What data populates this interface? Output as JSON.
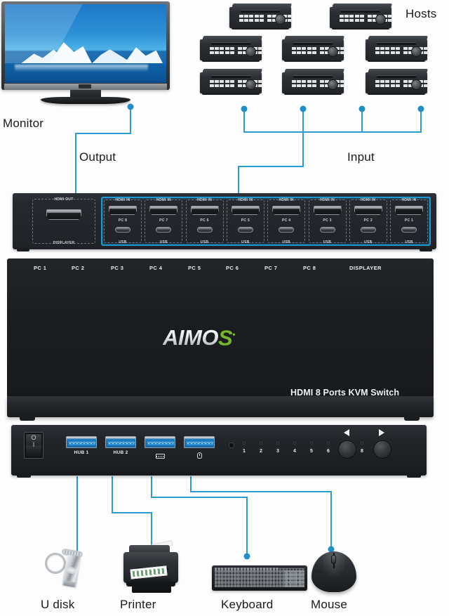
{
  "diagram": {
    "title": "HDMI 8 Ports KVM Switch connection diagram",
    "accent_color": "#1a9ad4",
    "brand_green": "#77b72b"
  },
  "labels": {
    "monitor": "Monitor",
    "output": "Output",
    "input": "Input",
    "hosts": "Hosts",
    "udisk": "U disk",
    "printer": "Printer",
    "keyboard": "Keyboard",
    "mouse": "Mouse"
  },
  "back_panel": {
    "output_port": {
      "top_label": "HDMI OUT",
      "bottom_label": "DISPLAYER"
    },
    "input_ports": [
      {
        "top_label": "HDMI IN",
        "pc_label": "PC 8",
        "usb_label": "USB"
      },
      {
        "top_label": "HDMI IN",
        "pc_label": "PC 7",
        "usb_label": "USB"
      },
      {
        "top_label": "HDMI IN",
        "pc_label": "PC 6",
        "usb_label": "USB"
      },
      {
        "top_label": "HDMI IN",
        "pc_label": "PC 5",
        "usb_label": "USB"
      },
      {
        "top_label": "HDMI IN",
        "pc_label": "PC 4",
        "usb_label": "USB"
      },
      {
        "top_label": "HDMI IN",
        "pc_label": "PC 3",
        "usb_label": "USB"
      },
      {
        "top_label": "HDMI IN",
        "pc_label": "PC 2",
        "usb_label": "USB"
      },
      {
        "top_label": "HDMI IN",
        "pc_label": "PC 1",
        "usb_label": "USB"
      }
    ]
  },
  "main_body": {
    "top_labels": [
      "PC 1",
      "PC 2",
      "PC 3",
      "PC 4",
      "PC 5",
      "PC 6",
      "PC 7",
      "PC 8",
      "DISPLAYER"
    ],
    "brand_part1": "AIMO",
    "brand_part2": "S",
    "product_name": "HDMI 8 Ports KVM Switch"
  },
  "front_panel": {
    "power_switch": {
      "off_mark": "O",
      "on_mark": "I"
    },
    "usb_ports": [
      {
        "label": "HUB 1",
        "icon": ""
      },
      {
        "label": "HUB 2",
        "icon": ""
      },
      {
        "label": "",
        "icon": "keyboard-icon"
      },
      {
        "label": "",
        "icon": "mouse-icon"
      }
    ],
    "led_numbers": [
      "1",
      "2",
      "3",
      "4",
      "5",
      "6",
      "7",
      "8"
    ],
    "prev_button_icon": "triangle-left-icon",
    "next_button_icon": "triangle-right-icon"
  },
  "hosts": {
    "count": 8,
    "label": "Hosts"
  }
}
